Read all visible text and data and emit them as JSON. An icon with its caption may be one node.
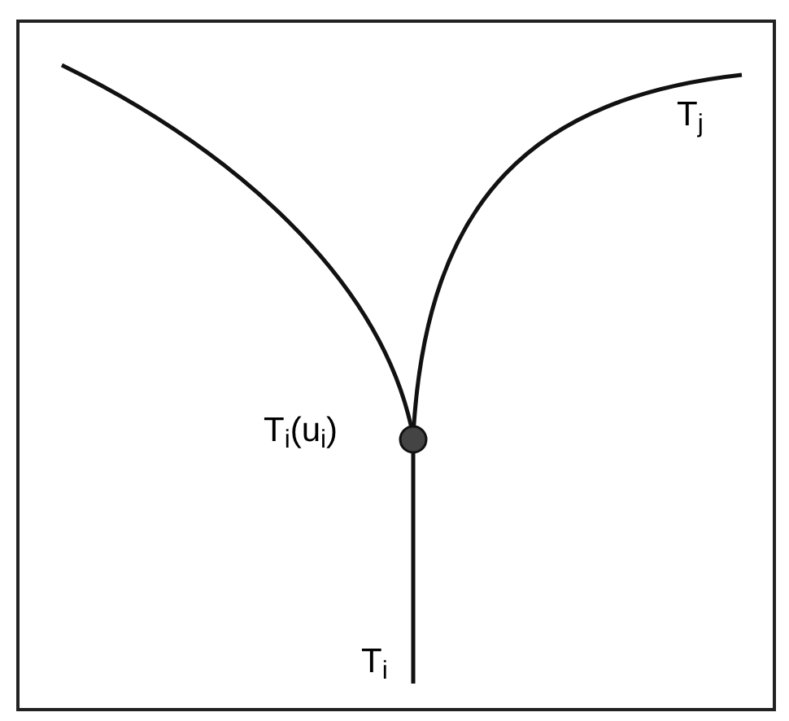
{
  "diagram": {
    "labels": [
      "T$_{j}$",
      "T$_{i}$(u$_{i}$)",
      "T$_{i}$"
    ]
  }
}
